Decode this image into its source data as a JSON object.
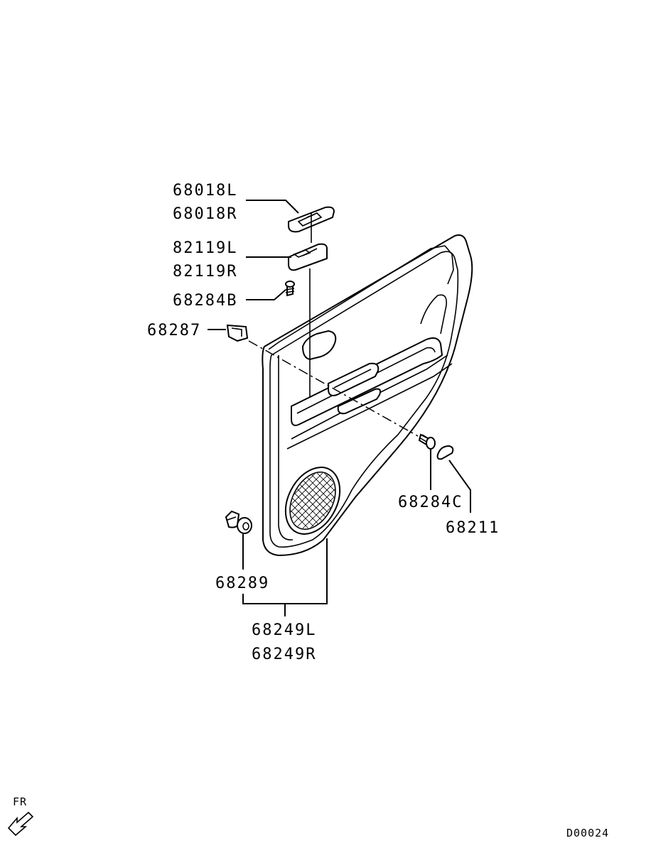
{
  "labels": {
    "p68018L": "68018L",
    "p68018R": "68018R",
    "p82119L": "82119L",
    "p82119R": "82119R",
    "p68284B": "68284B",
    "p68287": "68287",
    "p68284C": "68284C",
    "p68211": "68211",
    "p68289": "68289",
    "p68249L": "68249L",
    "p68249R": "68249R"
  },
  "direction": {
    "label": "FR",
    "icon": "front-arrow-icon"
  },
  "diagram_code": "D00024"
}
